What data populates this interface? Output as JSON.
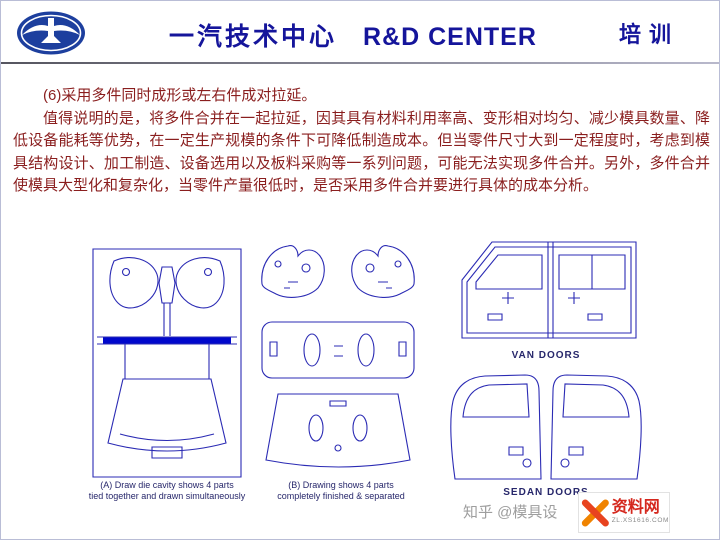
{
  "header": {
    "title_cn": "一汽技术中心",
    "title_en": "R&D CENTER",
    "right_label": "培训"
  },
  "body": {
    "para1": "(6)采用多件同时成形或左右件成对拉延。",
    "para2": "值得说明的是，将多件合并在一起拉延，因其具有材料利用率高、变形相对均匀、减少模具数量、降低设备能耗等优势，在一定生产规模的条件下可降低制造成本。但当零件尺寸大到一定程度时，考虑到模具结构设计、加工制造、设备选用以及板料采购等一系列问题，可能无法实现多件合并。另外，多件合并使模具大型化和复杂化，当零件产量很低时，是否采用多件合并要进行具体的成本分析。"
  },
  "figures": {
    "a": {
      "caption_line1": "(A) Draw die cavity shows 4 parts",
      "caption_line2": "tied together and drawn simultaneously"
    },
    "b": {
      "caption_line1": "(B) Drawing shows 4 parts",
      "caption_line2": "completely finished & separated"
    },
    "van": {
      "label": "VAN DOORS"
    },
    "sedan": {
      "label": "SEDAN DOORS"
    }
  },
  "watermarks": {
    "zhihu": "知乎 @模具设",
    "brand": "资料网",
    "brand_sub": "ZL.XS1616.COM"
  },
  "colors": {
    "title": "#15159b",
    "body_text": "#8a1e1e",
    "drawing_line": "#2b2bb4",
    "bar_fill": "#0008cc",
    "brand_red": "#d5281e",
    "brand_orange": "#f08300"
  }
}
